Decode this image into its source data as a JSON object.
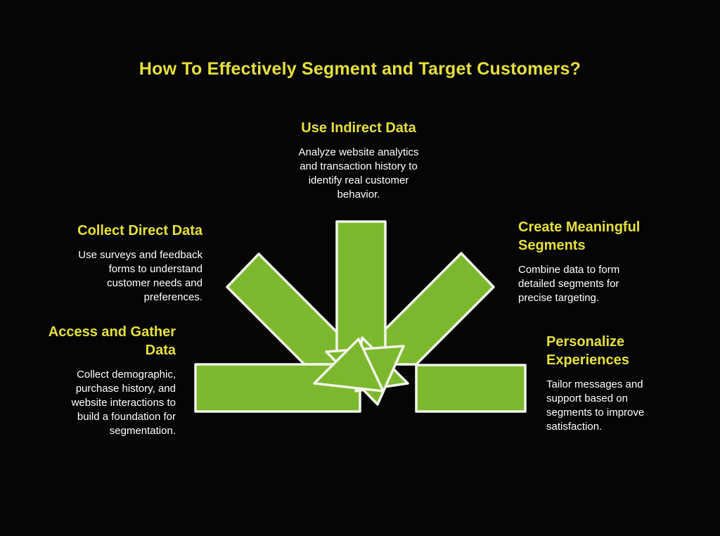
{
  "title": "How To Effectively Segment and Target Customers?",
  "sections": [
    {
      "id": "use-indirect-data",
      "heading": "Use Indirect Data",
      "body": "Analyze website analytics\nand transaction history to\nidentify real customer\nbehavior."
    },
    {
      "id": "collect-direct-data",
      "heading": "Collect Direct Data",
      "body": "Use surveys and feedback\nforms to understand\ncustomer needs and\npreferences."
    },
    {
      "id": "access-and-gather-data",
      "heading": "Access and Gather\nData",
      "body": "Collect demographic,\npurchase history, and\nwebsite interactions to\nbuild a foundation for\nsegmentation."
    },
    {
      "id": "create-meaningful-segments",
      "heading": "Create Meaningful\nSegments",
      "body": "Combine data to form\ndetailed segments for\nprecise targeting."
    },
    {
      "id": "personalize-experiences",
      "heading": "Personalize\nExperiences",
      "body": "Tailor messages and\nsupport based on\nsegments to improve\nsatisfaction."
    }
  ],
  "colors": {
    "background": "#050505",
    "heading": "#E6E03C",
    "body_text": "#FFFFFF",
    "arrow_fill": "#7CB82D",
    "arrow_outline": "#F2F5EA"
  }
}
